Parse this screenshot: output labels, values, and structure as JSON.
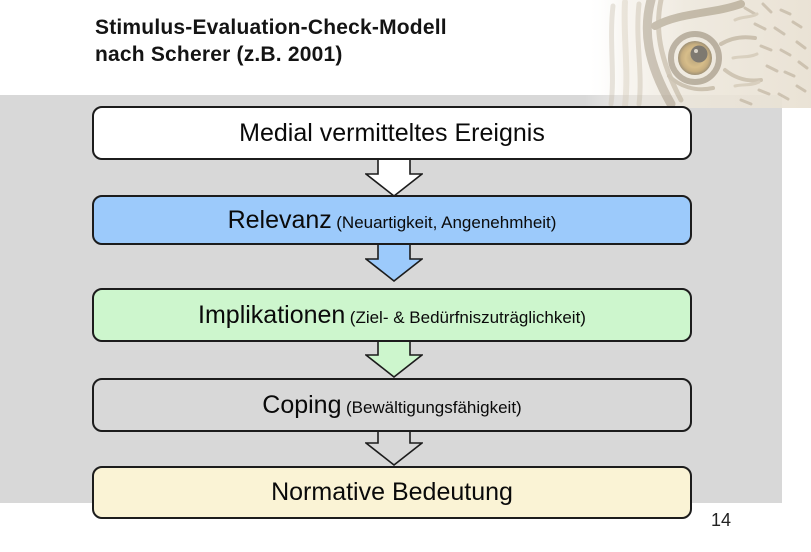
{
  "header": {
    "title_line1": "Stimulus-Evaluation-Check-Modell",
    "title_line2": "nach Scherer (z.B. 2001)"
  },
  "diagram": {
    "boxes": [
      {
        "main": "Medial vermitteltes Ereignis",
        "sub": "",
        "fill": "#ffffff"
      },
      {
        "main": "Relevanz",
        "sub": "(Neuartigkeit, Angenehmheit)",
        "fill": "#9ccafb"
      },
      {
        "main": "Implikationen",
        "sub": "(Ziel- & Bedürfniszuträglichkeit)",
        "fill": "#cdf6cd"
      },
      {
        "main": "Coping",
        "sub": "(Bewältigungsfähigkeit)",
        "fill": "#d8d8d8"
      },
      {
        "main": "Normative Bedeutung",
        "sub": "",
        "fill": "#faf3d5"
      }
    ],
    "arrows": [
      {
        "fill": "#ffffff"
      },
      {
        "fill": "#9ccafb"
      },
      {
        "fill": "#cdf6cd"
      },
      {
        "fill": "#d8d8d8"
      }
    ]
  },
  "decor": {
    "band_color": "#d8d8d8",
    "owl_image": "owl-eye-close-up-photo"
  },
  "footer": {
    "page_number": "14"
  }
}
